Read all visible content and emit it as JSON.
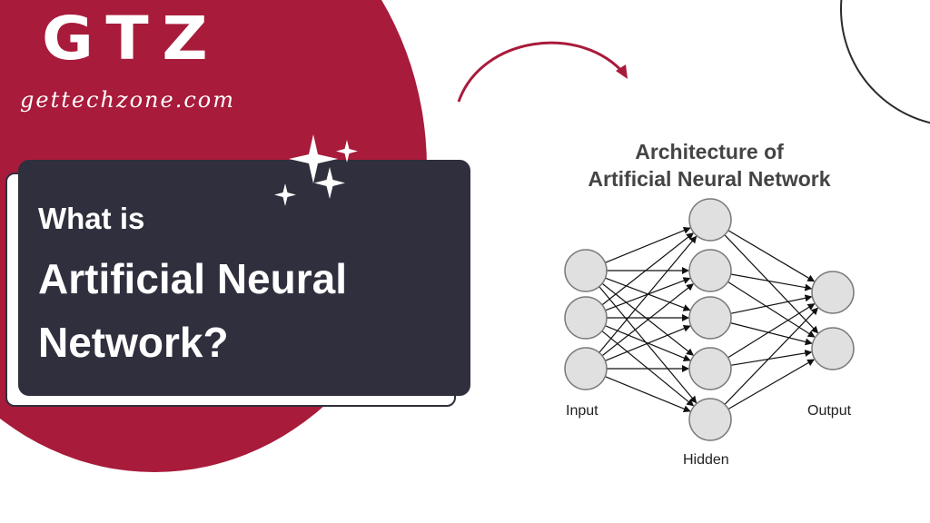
{
  "brand": {
    "logo": "GTZ",
    "site": "gettechzone.com",
    "accent_color": "#a81b3b",
    "card_color": "#2f2f3d"
  },
  "headline": {
    "line1": "What is",
    "line2": "Artificial Neural",
    "line3": "Network?"
  },
  "diagram": {
    "title_line1": "Architecture of",
    "title_line2": "Artificial Neural Network",
    "layers": [
      {
        "name": "Input",
        "nodes": 3
      },
      {
        "name": "Hidden",
        "nodes": 5
      },
      {
        "name": "Output",
        "nodes": 2
      }
    ]
  }
}
